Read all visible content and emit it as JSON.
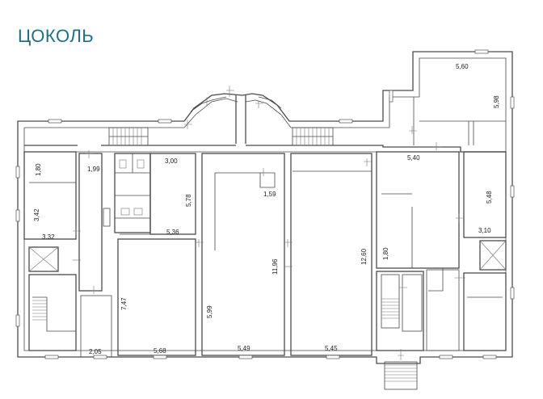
{
  "title": "ЦОКОЛЬ",
  "dimensions": {
    "d_560": "5,60",
    "d_598": "5,98",
    "d_180a": "1,80",
    "d_199": "1,99",
    "d_300": "3,00",
    "d_578": "5,78",
    "d_540": "5,40",
    "d_548": "5,48",
    "d_159": "1,59",
    "d_342": "3,42",
    "d_332": "3.32",
    "d_536": "5,36",
    "d_196": "11,96",
    "d_1260": "12,60",
    "d_310": "3,10",
    "d_180b": "1,80",
    "d_747": "7,47",
    "d_599": "5,99",
    "d_205": "2,05",
    "d_568": "5,68",
    "d_549": "5,49",
    "d_545": "5,45"
  }
}
